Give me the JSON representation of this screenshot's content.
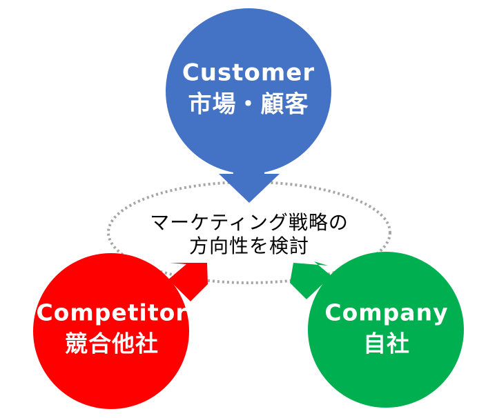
{
  "diagram": {
    "title": "",
    "center": {
      "line1": "マーケティング戦略の",
      "line2": "方向性を検討"
    },
    "customer": {
      "label_en": "Customer",
      "label_ja": "市場・顧客",
      "color": "#4472C4"
    },
    "competitor": {
      "label_en": "Competitor",
      "label_ja": "競合他社",
      "color": "#FF0000"
    },
    "company": {
      "label_en": "Company",
      "label_ja": "自社",
      "color": "#00B050"
    },
    "ellipse_border_color": "#A6A6A6"
  }
}
